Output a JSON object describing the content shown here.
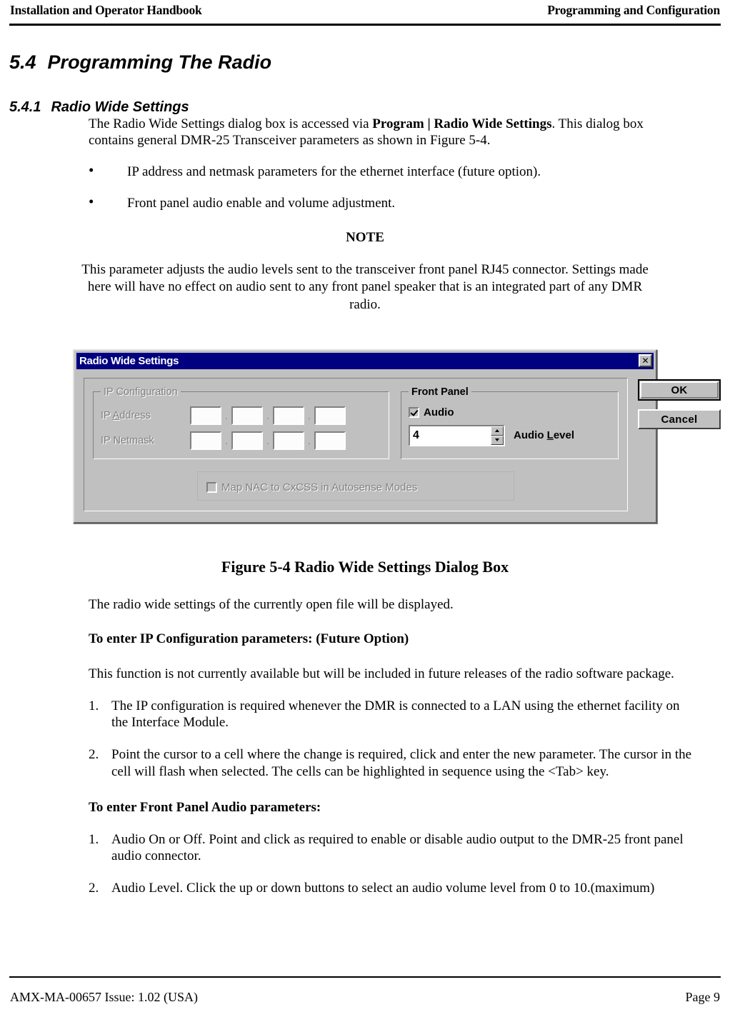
{
  "header": {
    "left": "Installation and Operator Handbook",
    "right": "Programming and Configuration"
  },
  "section": {
    "number": "5.4",
    "title": "Programming The Radio"
  },
  "subsection": {
    "number": "5.4.1",
    "title": "Radio Wide Settings"
  },
  "intro": {
    "part1": "The Radio Wide Settings dialog box is accessed via ",
    "bold": "Program | Radio Wide Settings",
    "part2": ".  This dialog box contains general DMR-25 Transceiver parameters as shown in Figure 5-4."
  },
  "bullets": [
    "IP address and netmask parameters for the ethernet interface (future option).",
    "Front panel audio enable and volume adjustment."
  ],
  "note": {
    "title": "NOTE",
    "body": "This parameter adjusts the audio levels sent to the transceiver front panel RJ45 connector. Settings made here will have no effect on audio sent to any front panel speaker that is an integrated part of any DMR radio."
  },
  "dialog": {
    "title": "Radio Wide Settings",
    "close_label": "✕",
    "ip_group": {
      "legend": "IP Configuration",
      "address_label_pre": "IP ",
      "address_label_accel": "A",
      "address_label_post": "ddress",
      "netmask_label": "IP Netmask",
      "octet_count": 4,
      "separator": ".",
      "address_values": [
        "",
        "",
        "",
        ""
      ],
      "netmask_values": [
        "",
        "",
        "",
        ""
      ],
      "enabled": false
    },
    "front_panel_group": {
      "legend": "Front Panel",
      "audio_checkbox_label": "Audio",
      "audio_checked": true,
      "audio_level_value": "4",
      "audio_level_label_pre": "Audio ",
      "audio_level_label_accel": "L",
      "audio_level_label_post": "evel"
    },
    "nac_checkbox": {
      "label": "Map NAC to CxCSS in Autosense Modes",
      "checked": false,
      "enabled": false
    },
    "buttons": {
      "ok": "OK",
      "cancel": "Cancel"
    },
    "colors": {
      "titlebar": "#000080",
      "face": "#c0c0c0",
      "disabled_text": "#808080"
    }
  },
  "figure_caption": "Figure 5-4 Radio Wide Settings Dialog Box",
  "after_figure": {
    "para": "The radio wide settings of the currently open file will be displayed.",
    "lead1": "To enter IP Configuration parameters: (Future Option)",
    "para2": "This function is not currently available but will be included in future releases of the radio software package.",
    "steps1": [
      {
        "n": "1.",
        "text": "The IP configuration is required whenever the DMR is connected to a LAN using the ethernet facility on the Interface Module."
      },
      {
        "n": "2.",
        "text": "Point the cursor to a cell where the change is required, click and enter the new parameter. The cursor in the cell will flash when selected. The cells can be highlighted in sequence using the <Tab> key."
      }
    ],
    "lead2": "To enter Front Panel Audio parameters:",
    "steps2": [
      {
        "n": "1.",
        "text": "Audio On or Off. Point and click as required to enable or disable audio output to the DMR-25 front panel audio connector."
      },
      {
        "n": "2.",
        "text": "Audio Level. Click the up or down buttons to select an audio volume level from 0 to 10.(maximum)"
      }
    ]
  },
  "footer": {
    "left": "AMX-MA-00657 Issue: 1.02 (USA)",
    "right": "Page 9"
  }
}
